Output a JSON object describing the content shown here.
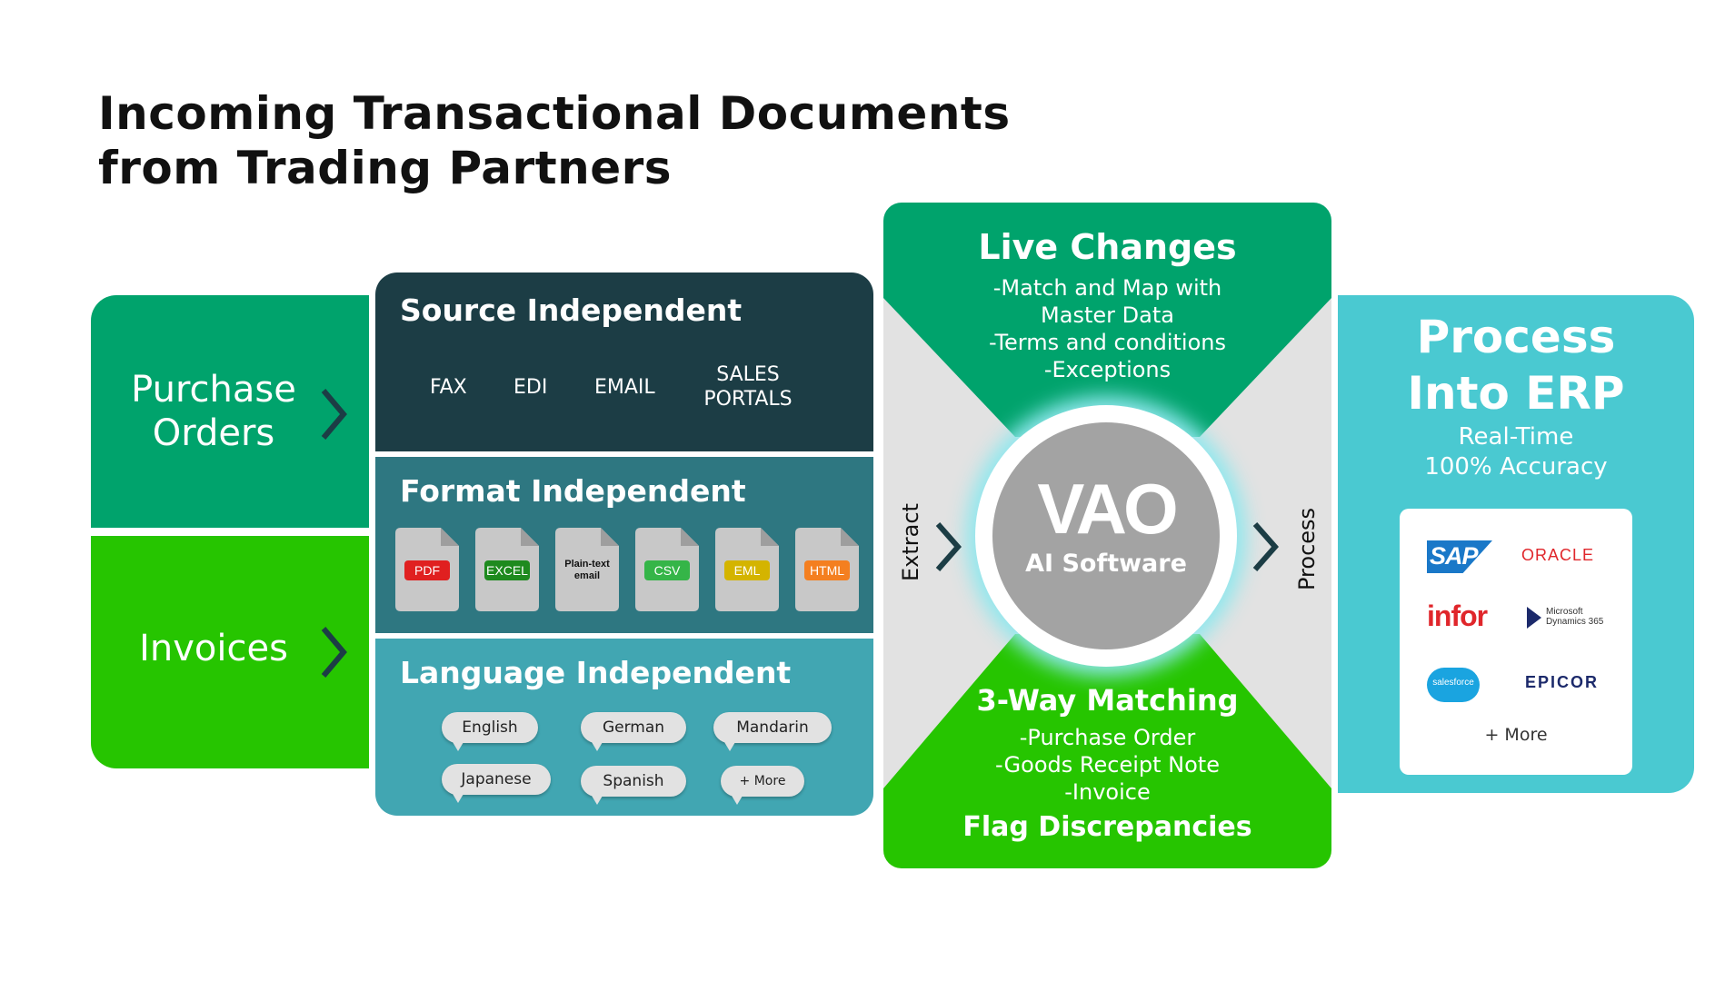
{
  "title": {
    "line1": "Incoming Transactional Documents",
    "line2": "from Trading Partners"
  },
  "left": {
    "purchase_orders": [
      "Purchase",
      "Orders"
    ],
    "invoices": "Invoices"
  },
  "source": {
    "title": "Source Independent",
    "items": [
      "FAX",
      "EDI",
      "EMAIL",
      "SALES",
      "PORTALS"
    ]
  },
  "format": {
    "title": "Format Independent",
    "files": [
      {
        "label": "PDF",
        "color": "#e02020"
      },
      {
        "label": "EXCEL",
        "color": "#1e8a1e"
      },
      {
        "label_line1": "Plain-text",
        "label_line2": "email"
      },
      {
        "label": "CSV",
        "color": "#35b548"
      },
      {
        "label": "EML",
        "color": "#d4b400"
      },
      {
        "label": "HTML",
        "color": "#f47f20"
      }
    ]
  },
  "language": {
    "title": "Language Independent",
    "items": [
      "English",
      "German",
      "Mandarin",
      "Japanese",
      "Spanish",
      "+ More"
    ]
  },
  "center": {
    "live_title": "Live Changes",
    "live_lines": [
      "-Match and Map with",
      "Master Data",
      "-Terms and conditions",
      "-Exceptions"
    ],
    "vao": "VAO",
    "vao_sub": "AI Software",
    "extract": "Extract",
    "process": "Process",
    "match_title": "3-Way Matching",
    "match_lines": [
      "-Purchase Order",
      "-Goods Receipt Note",
      "-Invoice"
    ],
    "flag": "Flag Discrepancies"
  },
  "erp": {
    "title_line1": "Process",
    "title_line2": "Into ERP",
    "sub1": "Real-Time",
    "sub2": "100% Accuracy",
    "logos": {
      "sap": "SAP",
      "oracle": "ORACLE",
      "infor": "infor",
      "dynamics_line1": "Microsoft",
      "dynamics_line2": "Dynamics 365",
      "salesforce": "salesforce",
      "epicor": "EPICOR"
    },
    "more": "+ More"
  },
  "colors": {
    "purchase_green": "#00a36c",
    "invoice_green": "#26c500",
    "source_dark": "#1c3d45",
    "format_teal": "#2e7781",
    "language_teal": "#41a6b2",
    "erp_cyan": "#4ac9d1"
  }
}
